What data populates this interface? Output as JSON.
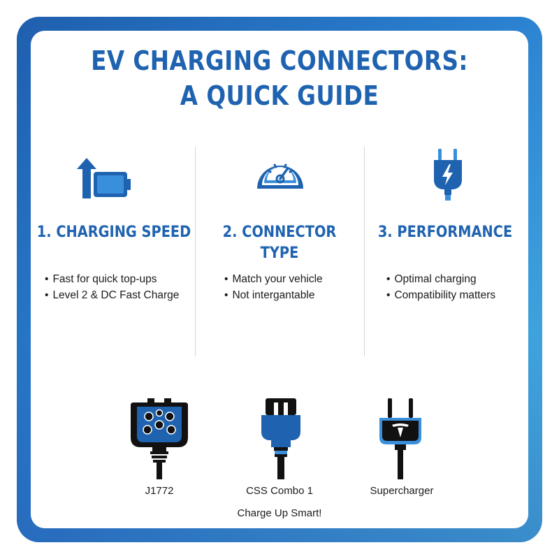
{
  "title": {
    "line1": "EV CHARGING CONNECTORS:",
    "line2": "A QUICK GUIDE"
  },
  "columns": [
    {
      "icon": "battery-arrow-icon",
      "heading_line1": "1. CHARGING SPEED",
      "heading_line2": "",
      "bullets": [
        "Fast for quick top-ups",
        "Level 2 & DC Fast Charge"
      ]
    },
    {
      "icon": "speedometer-icon",
      "heading_line1": "2. CONNECTOR",
      "heading_line2": "TYPE",
      "bullets": [
        "Match your vehicle",
        "Not intergantable"
      ]
    },
    {
      "icon": "plug-bolt-icon",
      "heading_line1": "3. PERFORMANCE",
      "heading_line2": "",
      "bullets": [
        "Optimal charging",
        "Compatibility matters"
      ]
    }
  ],
  "connectors": [
    {
      "icon": "j1772-connector-icon",
      "label": "J1772"
    },
    {
      "icon": "ccs-combo-connector-icon",
      "label": "CSS Combo 1"
    },
    {
      "icon": "supercharger-connector-icon",
      "label": "Supercharger"
    }
  ],
  "footer": "Charge Up Smart!",
  "colors": {
    "accent": "#1f63b0",
    "light_blue": "#3a8fdc",
    "dark": "#111111",
    "frame_start": "#1f5fae",
    "frame_end": "#4ab7e6"
  }
}
